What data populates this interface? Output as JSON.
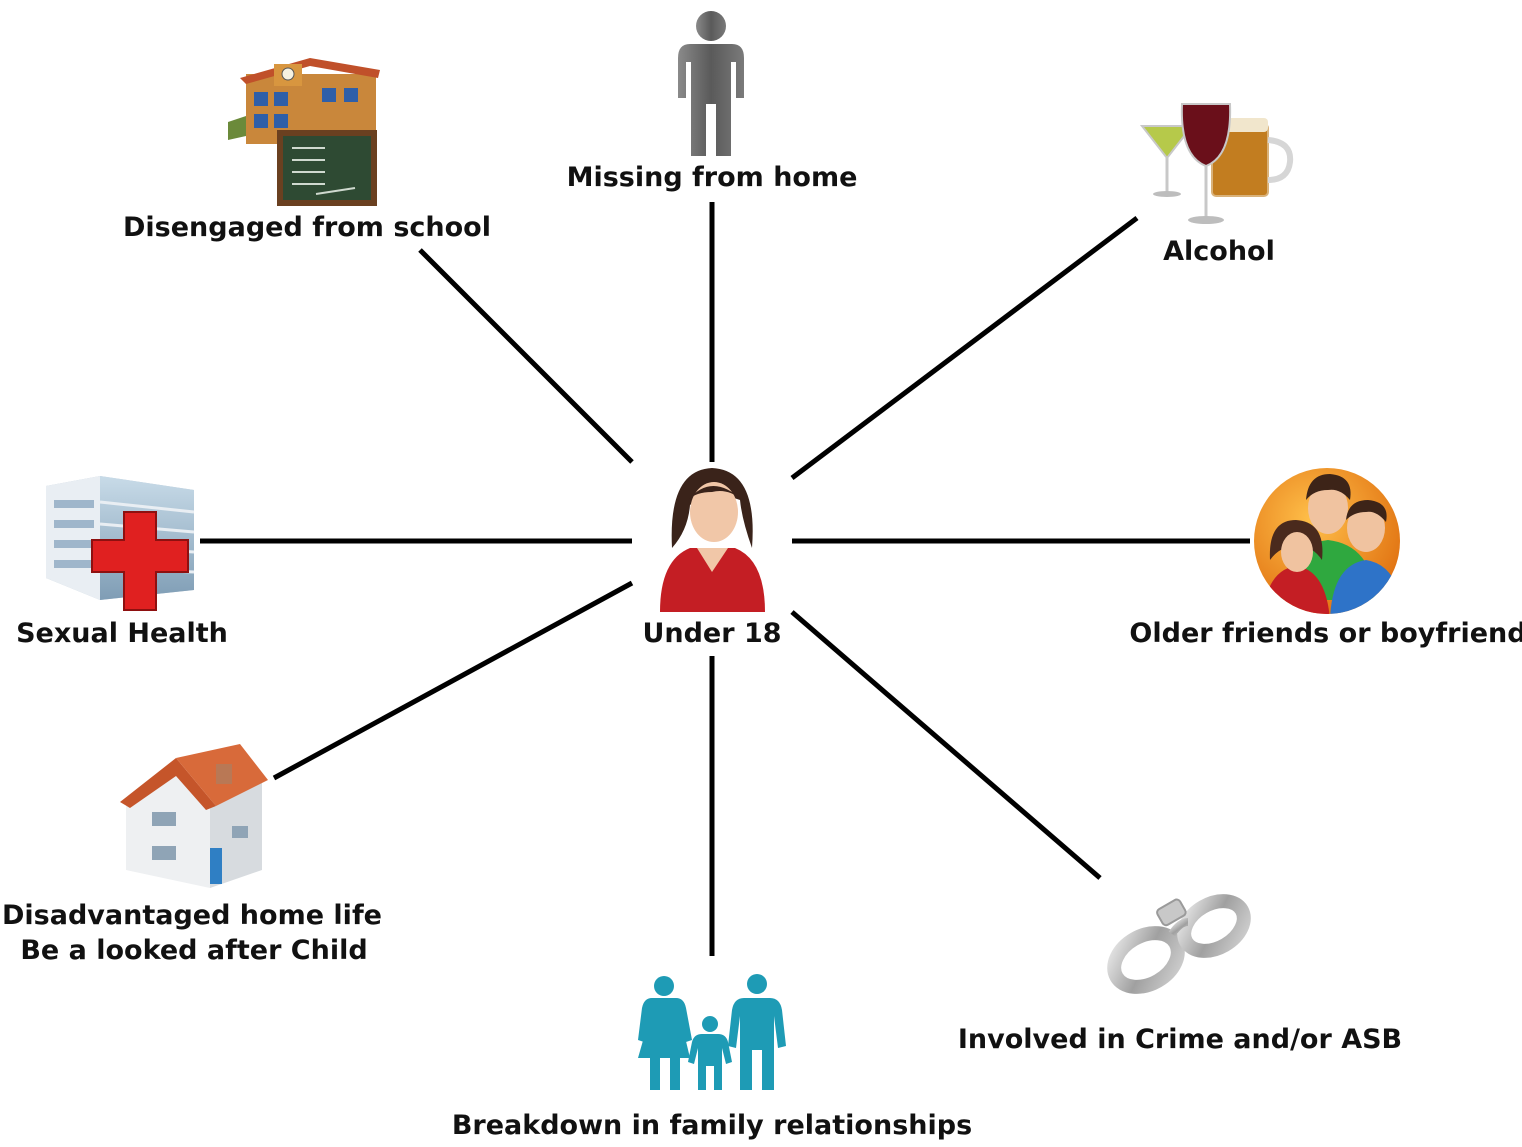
{
  "diagram": {
    "center": {
      "label": "Under 18"
    },
    "factors": [
      {
        "id": "school",
        "label": "Disengaged from school",
        "icon": "school-building-icon"
      },
      {
        "id": "missing",
        "label": "Missing from home",
        "icon": "person-silhouette-icon"
      },
      {
        "id": "alcohol",
        "label": "Alcohol",
        "icon": "alcohol-glasses-icon"
      },
      {
        "id": "friends",
        "label": "Older friends or boyfriend",
        "icon": "group-of-people-icon"
      },
      {
        "id": "crime",
        "label": "Involved in Crime and/or ASB",
        "icon": "handcuffs-icon"
      },
      {
        "id": "family",
        "label": "Breakdown in family relationships",
        "icon": "family-icon"
      },
      {
        "id": "home",
        "lines": [
          "Disadvantaged home life",
          "Be a looked after Child"
        ],
        "icon": "house-icon"
      },
      {
        "id": "health",
        "label": "Sexual Health",
        "icon": "hospital-icon"
      }
    ]
  },
  "colors": {
    "line": "#000000",
    "text": "#111111",
    "family_teal": "#1e9bb5",
    "hospital_cross": "#e02020",
    "house_roof": "#c5552a",
    "friends_circle": "#f08a1a",
    "woman_top": "#c41e24"
  }
}
